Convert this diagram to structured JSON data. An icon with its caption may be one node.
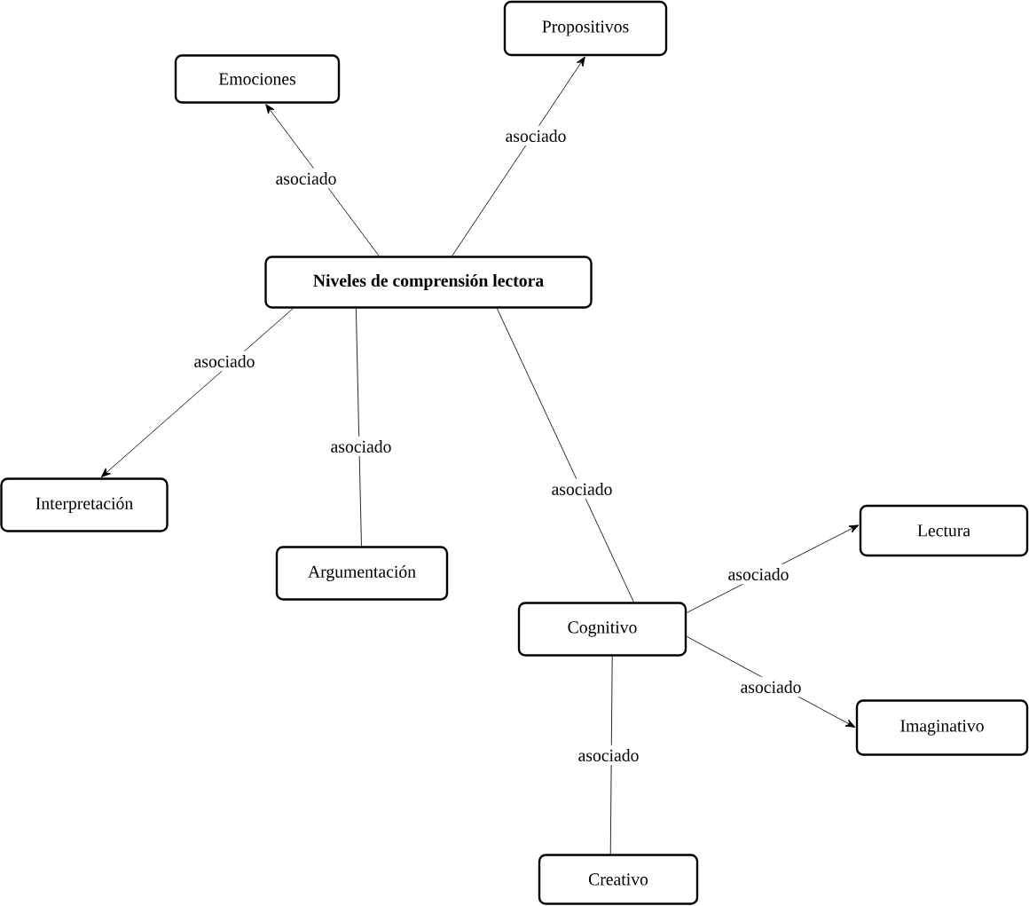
{
  "diagram": {
    "nodes": [
      {
        "text": [
          "Niveles de comprensión lectora"
        ]
      },
      {
        "text": [
          "Emociones"
        ]
      },
      {
        "text": [
          "Propositivos"
        ]
      },
      {
        "text": [
          "Interpretación"
        ]
      },
      {
        "text": [
          "Argumentación"
        ]
      },
      {
        "text": [
          "Cognitivo"
        ]
      },
      {
        "text": [
          "Lectura"
        ]
      },
      {
        "text": [
          "Imaginativo"
        ]
      },
      {
        "text": [
          "Creativo"
        ]
      }
    ],
    "edges": [
      {
        "from": 0,
        "to": 1,
        "arrow": "to",
        "label": "asociado"
      },
      {
        "from": 0,
        "to": 2,
        "arrow": "to",
        "label": "asociado"
      },
      {
        "from": 0,
        "to": 3,
        "arrow": "to",
        "label": "asociado"
      },
      {
        "from": 0,
        "to": 4,
        "arrow": "none",
        "label": "asociado"
      },
      {
        "from": 0,
        "to": 5,
        "arrow": "none",
        "label": "asociado"
      },
      {
        "from": 5,
        "to": 6,
        "arrow": "to",
        "label": "asociado"
      },
      {
        "from": 5,
        "to": 7,
        "arrow": "to",
        "label": "asociado"
      },
      {
        "from": 5,
        "to": 8,
        "arrow": "none",
        "label": "asociado"
      }
    ]
  }
}
